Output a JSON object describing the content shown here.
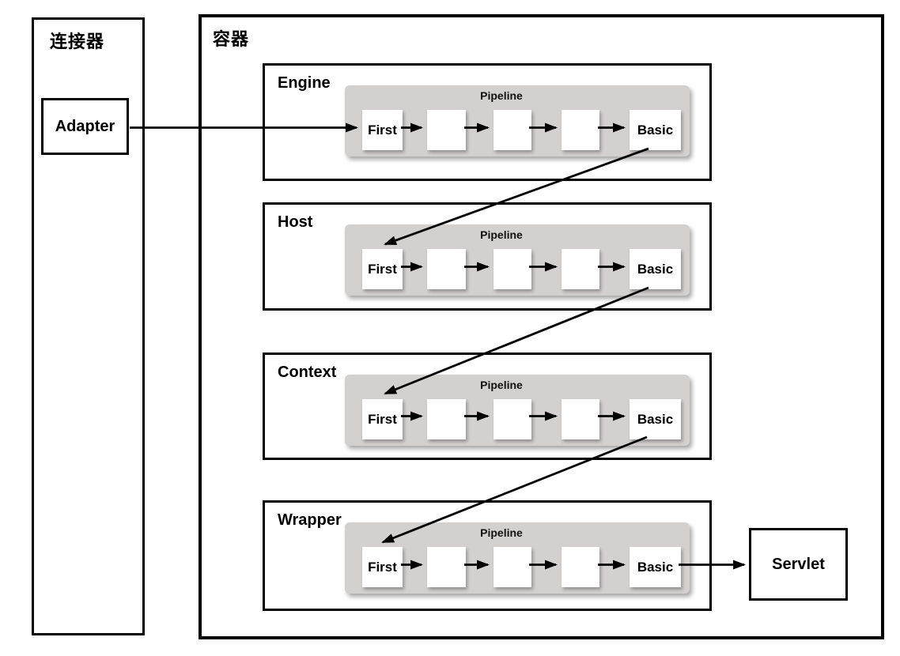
{
  "connector": {
    "label": "连接器",
    "adapter_label": "Adapter"
  },
  "container": {
    "label": "容器"
  },
  "sections": [
    {
      "label": "Engine",
      "pipeline": {
        "title": "Pipeline",
        "first_label": "First",
        "basic_label": "Basic"
      }
    },
    {
      "label": "Host",
      "pipeline": {
        "title": "Pipeline",
        "first_label": "First",
        "basic_label": "Basic"
      }
    },
    {
      "label": "Context",
      "pipeline": {
        "title": "Pipeline",
        "first_label": "First",
        "basic_label": "Basic"
      }
    },
    {
      "label": "Wrapper",
      "pipeline": {
        "title": "Pipeline",
        "first_label": "First",
        "basic_label": "Basic"
      }
    }
  ],
  "servlet": {
    "label": "Servlet"
  },
  "colors": {
    "pipeline_bg": "#d3d0d0",
    "line": "#000000",
    "box_fill": "#ffffff",
    "background": "#ffffff"
  }
}
